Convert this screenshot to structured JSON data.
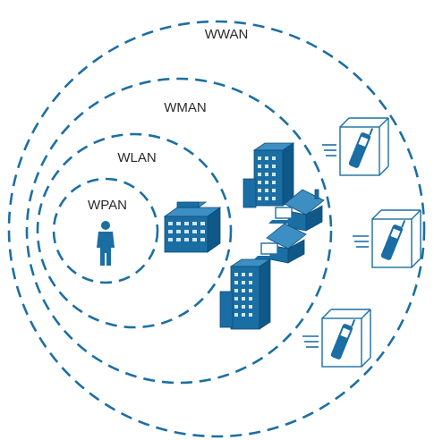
{
  "rings": {
    "wwan": "WWAN",
    "wman": "WMAN",
    "wlan": "WLAN",
    "wpan": "WPAN"
  },
  "colors": {
    "ring_stroke": "#1c6fa3",
    "building": "#1a6ea4",
    "text": "#2a2a2a"
  },
  "icons": [
    "person-icon",
    "office-building-icon",
    "house-icon",
    "laptop-icon",
    "cellphone-icon"
  ]
}
